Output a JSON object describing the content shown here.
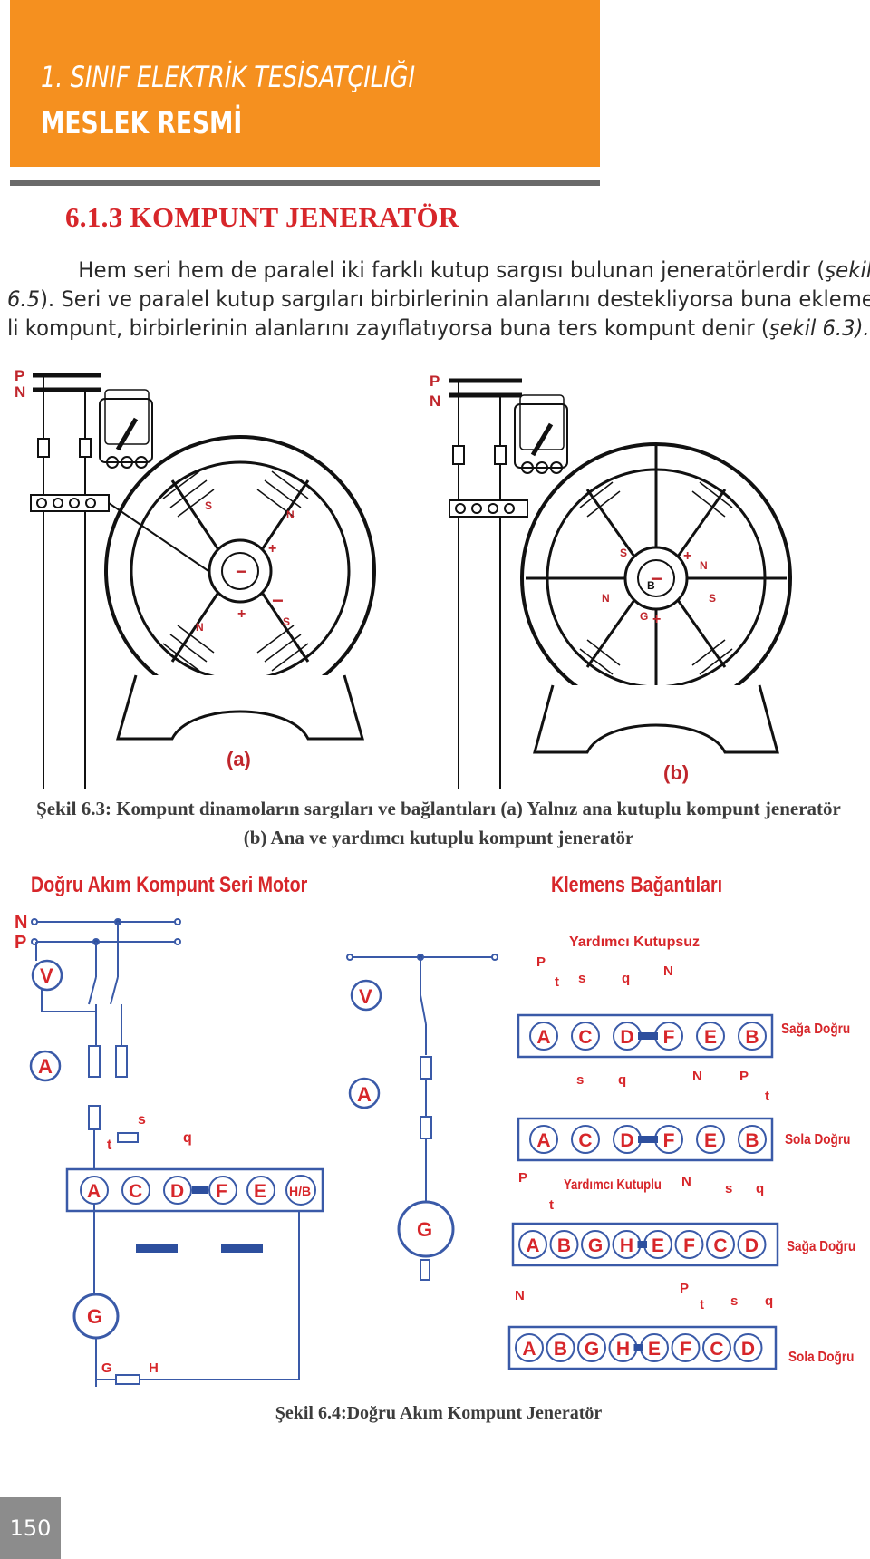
{
  "header": {
    "line1": "1. SINIF ELEKTRİK TESİSATÇILIĞI",
    "line2": "MESLEK RESMİ",
    "accent_color": "#f5901f"
  },
  "section_title": "6.1.3 KOMPUNT JENERATÖR",
  "paragraph": {
    "line1_a": "Hem seri hem de paralel iki farklı kutup sargısı bulunan jeneratörlerdir (",
    "line1_em": "şekil",
    "line2_em": "6.5",
    "line2_a": "). Seri ve paralel kutup sargıları birbirlerinin alanlarını destekliyorsa buna ekleme-",
    "line3_a": "li kompunt, birbirlerinin alanlarını zayıflatıyorsa buna ters kompunt denir (",
    "line3_em": "şekil 6.3).",
    "line3_b": ""
  },
  "figure_63": {
    "label_a": "(a)",
    "label_b": "(b)",
    "terminal_p": "P",
    "terminal_n": "N",
    "pole_s": "S",
    "pole_n": "N",
    "pole_g": "G",
    "pole_b": "B",
    "plus": "+",
    "minus": "−",
    "caption_line1": "Şekil 6.3: Kompunt dinamoların sargıları ve bağlantıları (a) Yalnız ana kutuplu kompunt jeneratör",
    "caption_line2": "(b) Ana ve yardımcı kutuplu kompunt jeneratör"
  },
  "figure_64": {
    "motor_title": "Doğru Akım Kompunt Seri Motor",
    "klemens_title": "Klemens Bağantıları",
    "left": {
      "n": "N",
      "p": "P",
      "v": "V",
      "a": "A",
      "t": "t",
      "s": "s",
      "q": "q",
      "g": "G",
      "gb": "G",
      "h": "H",
      "terminals": [
        "A",
        "C",
        "D",
        "F",
        "E",
        "H/B"
      ]
    },
    "middle": {
      "v": "V",
      "a": "A",
      "g": "G"
    },
    "right": {
      "rows": [
        {
          "group": "Yardımcı Kutupsuz",
          "terminals": [
            "A",
            "C",
            "D",
            "F",
            "E",
            "B"
          ],
          "direction": "Sağa Doğru",
          "marks": [
            "P",
            "t",
            "s",
            "q",
            "N"
          ]
        },
        {
          "group": "",
          "terminals": [
            "A",
            "C",
            "D",
            "F",
            "E",
            "B"
          ],
          "direction": "Sola Doğru",
          "marks": [
            "s",
            "q",
            "N",
            "P",
            "t"
          ]
        },
        {
          "group": "Yardımcı Kutuplu",
          "terminals": [
            "A",
            "B",
            "G",
            "H",
            "E",
            "F",
            "C",
            "D"
          ],
          "direction": "Sağa Doğru",
          "marks": [
            "P",
            "t",
            "N",
            "s",
            "q"
          ]
        },
        {
          "group": "",
          "terminals": [
            "A",
            "B",
            "G",
            "H",
            "E",
            "F",
            "C",
            "D"
          ],
          "direction": "Sola Doğru",
          "marks": [
            "N",
            "P",
            "t",
            "s",
            "q"
          ]
        }
      ]
    },
    "caption": "Şekil 6.4:Doğru Akım Kompunt Jeneratör"
  },
  "page_number": "150"
}
